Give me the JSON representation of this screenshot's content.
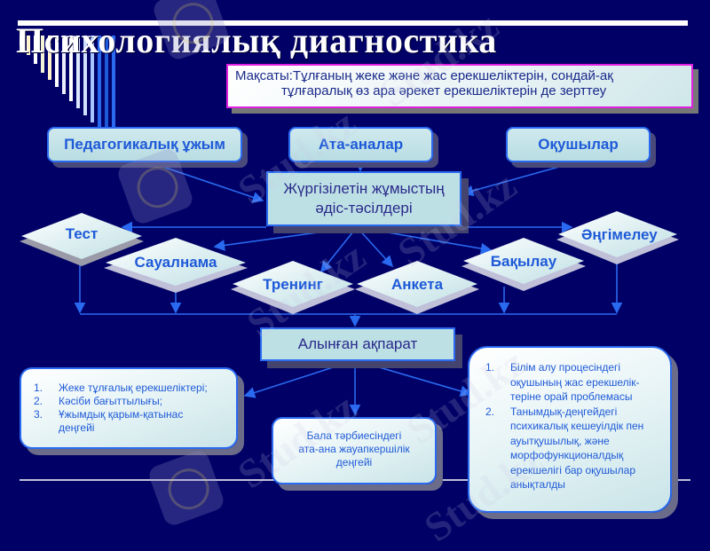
{
  "slide": {
    "title": "Психологиялық диагностика",
    "goal": {
      "line1": "Мақсаты:Тұлғаның жеке және жас ерекшеліктерін, сондай-ақ",
      "line2": "тұлғаралық өз ара әрекет ерекшеліктерін де зерттеу"
    },
    "sources": [
      {
        "label": "Педагогикалық ұжым"
      },
      {
        "label": "Ата-аналар"
      },
      {
        "label": "Оқушылар"
      }
    ],
    "methods_box": {
      "line1": "Жүргізілетін жұмыстың",
      "line2": "әдіс-тәсілдері"
    },
    "methods": [
      {
        "label": "Тест"
      },
      {
        "label": "Сауалнама"
      },
      {
        "label": "Тренинг"
      },
      {
        "label": "Анкета"
      },
      {
        "label": "Бақылау"
      },
      {
        "label": "Әңгімелеу"
      }
    ],
    "result_box": {
      "label": "Алынған ақпарат"
    },
    "outcomes": {
      "left": {
        "items": [
          {
            "num": "1.",
            "text": "Жеке тұлғалық ерекшеліктері;"
          },
          {
            "num": "2.",
            "text": "Кәсіби бағыттылығы;"
          },
          {
            "num": "3.",
            "text": "Ұжымдық қарым-қатынас деңгейі"
          }
        ]
      },
      "center": {
        "line1": "Бала тәрбиесіндегі",
        "line2": "ата-ана жауапкершілік",
        "line3": "деңгейі"
      },
      "right": {
        "items": [
          {
            "num": "1.",
            "text": "Білім алу процесіндегі оқушының жас ерекшелік-теріне орай проблемасы"
          },
          {
            "num": "2.",
            "text": "Танымдық-деңгейдегі психикалық кешеуілдік пен ауытқушылық, және морфофункционалдық ерекшелігі бар оқушылар анықталды"
          }
        ]
      }
    },
    "watermark": "Stud.kz",
    "colors": {
      "background": "#000066",
      "arrow": "#2a6af0",
      "label_blue": "#1e5ad8",
      "goal_border": "#e020e0"
    }
  }
}
